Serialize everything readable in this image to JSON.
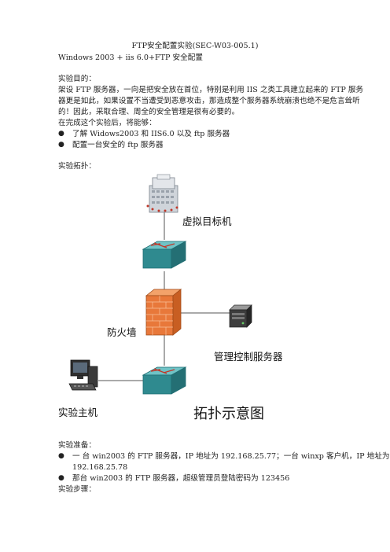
{
  "title": "FTP安全配置实验(SEC-W03-005.1)",
  "subtitle": "Windows 2003 + iis 6.0+FTP 安全配置",
  "purpose": {
    "heading": "实验目的：",
    "para1_line1": "架设 FTP 服务器，一向是把安全放在首位，特别是利用 IIS 之类工具建立起来的 FTP 服务",
    "para1_line2": "器更是如此，如果设置不当遭受到恶意攻击，那造成整个服务器系统崩溃也绝不是危言耸听",
    "para1_line3": "的！因此，采取合理、周全的安全管理是很有必要的。",
    "para2": "在完成这个实验后，将能够：",
    "bullets": [
      "了解 Widows2003 和 IIS6.0 以及 ftp 服务器",
      "配置一台安全的 ftp 服务器"
    ]
  },
  "topology": {
    "heading": "实验拓扑：",
    "labels": {
      "target": "虚拟目标机",
      "firewall": "防火墙",
      "mgmt": "管理控制服务器",
      "host": "实验主机",
      "diagram_title": "拓扑示意图"
    }
  },
  "prep": {
    "heading": "实验准备：",
    "bullet1_line1": "一 台 win2003 的 FTP 服务器，IP 地址为 192.168.25.77；一台 winxp 客户机，IP 地址为",
    "bullet1_line2": "192.168.25.78",
    "bullet2": "那台 win2003 的 FTP 服务器，超级管理员登陆密码为 123456"
  },
  "steps": {
    "heading": "实验步骤："
  },
  "colors": {
    "firewall_brick": "#e8783a",
    "switch_teal": "#2f8a8f",
    "line": "#555555"
  }
}
